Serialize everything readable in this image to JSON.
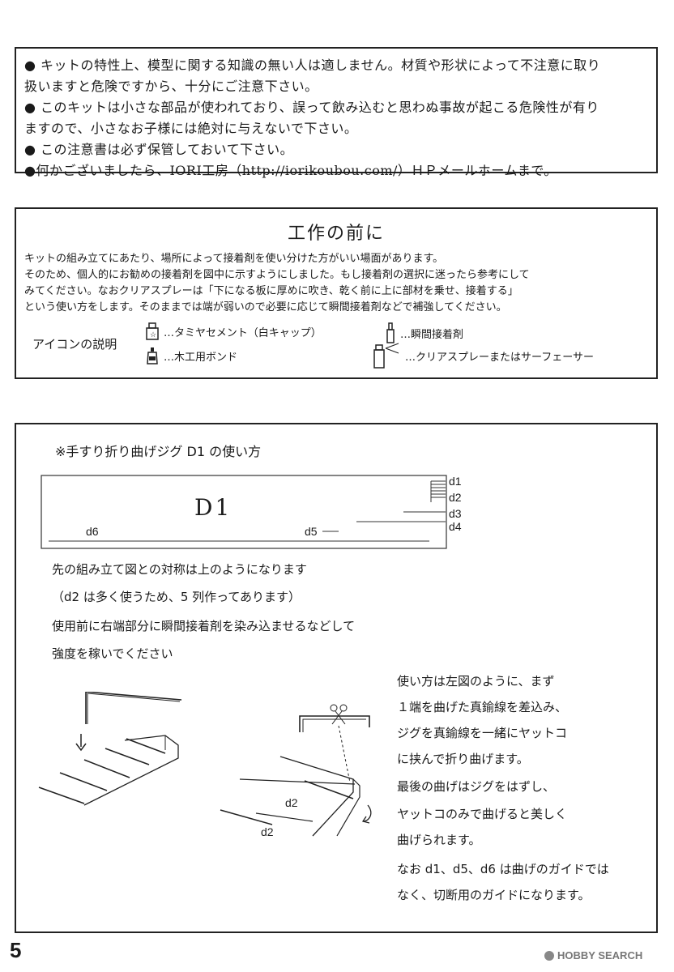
{
  "warnings": [
    "● キットの特性上、模型に関する知識の無い人は適しません。材質や形状によって不注意に取り",
    "扱いますと危険ですから、十分にご注意下さい。",
    "● このキットは小さな部品が使われており、誤って飲み込むと思わぬ事故が起こる危険性が有り",
    "ますので、小さなお子様には絶対に与えないで下さい。",
    "● この注意書は必ず保管しておいて下さい。",
    "●何かございましたら、IORI工房（http://iorikoubou.com/）ＨＰメールホームまで。"
  ],
  "before": {
    "title": "工作の前に",
    "body": [
      "キットの組み立てにあたり、場所によって接着剤を使い分けた方がいい場面があります。",
      "そのため、個人的にお勧めの接着剤を図中に示すようにしました。もし接着剤の選択に迷ったら参考にして",
      "みてください。なおクリアスプレーは「下になる板に厚めに吹き、乾く前に上に部材を乗せ、接着する」",
      "という使い方をします。そのままでは端が弱いので必要に応じて瞬間接着剤などで補強してください。"
    ],
    "icon_label": "アイコンの説明",
    "icons": {
      "tamiya": "…タミヤセメント（白キャップ）",
      "instant": "…瞬間接着剤",
      "bond": "…木工用ボンド",
      "spray": "…クリアスプレーまたはサーフェーサー"
    }
  },
  "guide": {
    "title": "※手すり折り曲げジグ D1 の使い方",
    "jig": {
      "name": "D1",
      "d1": "d1",
      "d2": "d2",
      "d3": "d3",
      "d4": "d4",
      "d5": "d5",
      "d6": "d6"
    },
    "left_text": [
      "先の組み立て図との対称は上のようになります",
      "（d2 は多く使うため、5 列作ってあります）",
      "使用前に右端部分に瞬間接着剤を染み込ませるなどして",
      "強度を稼いでください"
    ],
    "right_text": [
      "使い方は左図のように、まず",
      "１端を曲げた真鍮線を差込み、",
      "ジグを真鍮線を一緒にヤットコ",
      "に挟んで折り曲げます。",
      "最後の曲げはジグをはずし、",
      "ヤットコのみで曲げると美しく",
      "曲げられます。",
      "なお d1、d5、d6 は曲げのガイドでは",
      "なく、切断用のガイドになります。"
    ],
    "fig_label_a": "d2",
    "fig_label_b": "d2"
  },
  "page_number": "5",
  "watermark": "HOBBY SEARCH"
}
